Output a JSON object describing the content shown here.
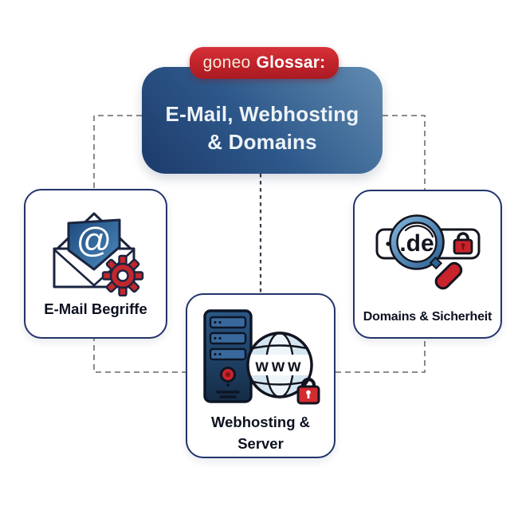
{
  "badge": {
    "brand": "goneo",
    "label": "Glossar:"
  },
  "header": {
    "line1": "E-Mail, Webhosting",
    "line2": "& Domains"
  },
  "cards": {
    "email": {
      "title": "E-Mail Begriffe",
      "at_symbol": "@"
    },
    "webhosting": {
      "title_line1": "Webhosting &",
      "title_line2": "Server",
      "globe_label": "www"
    },
    "domains": {
      "title": "Domains & Sicherheit",
      "domain_label": ".de"
    }
  },
  "colors": {
    "brand_red": "#c0222a",
    "icon_red": "#c9232b",
    "header_blue_dark": "#1c3a6b",
    "header_blue_light": "#628cb1",
    "card_border_navy": "#24356b",
    "text_dark": "#0c1120",
    "dash_gray": "#7d7d7d"
  }
}
